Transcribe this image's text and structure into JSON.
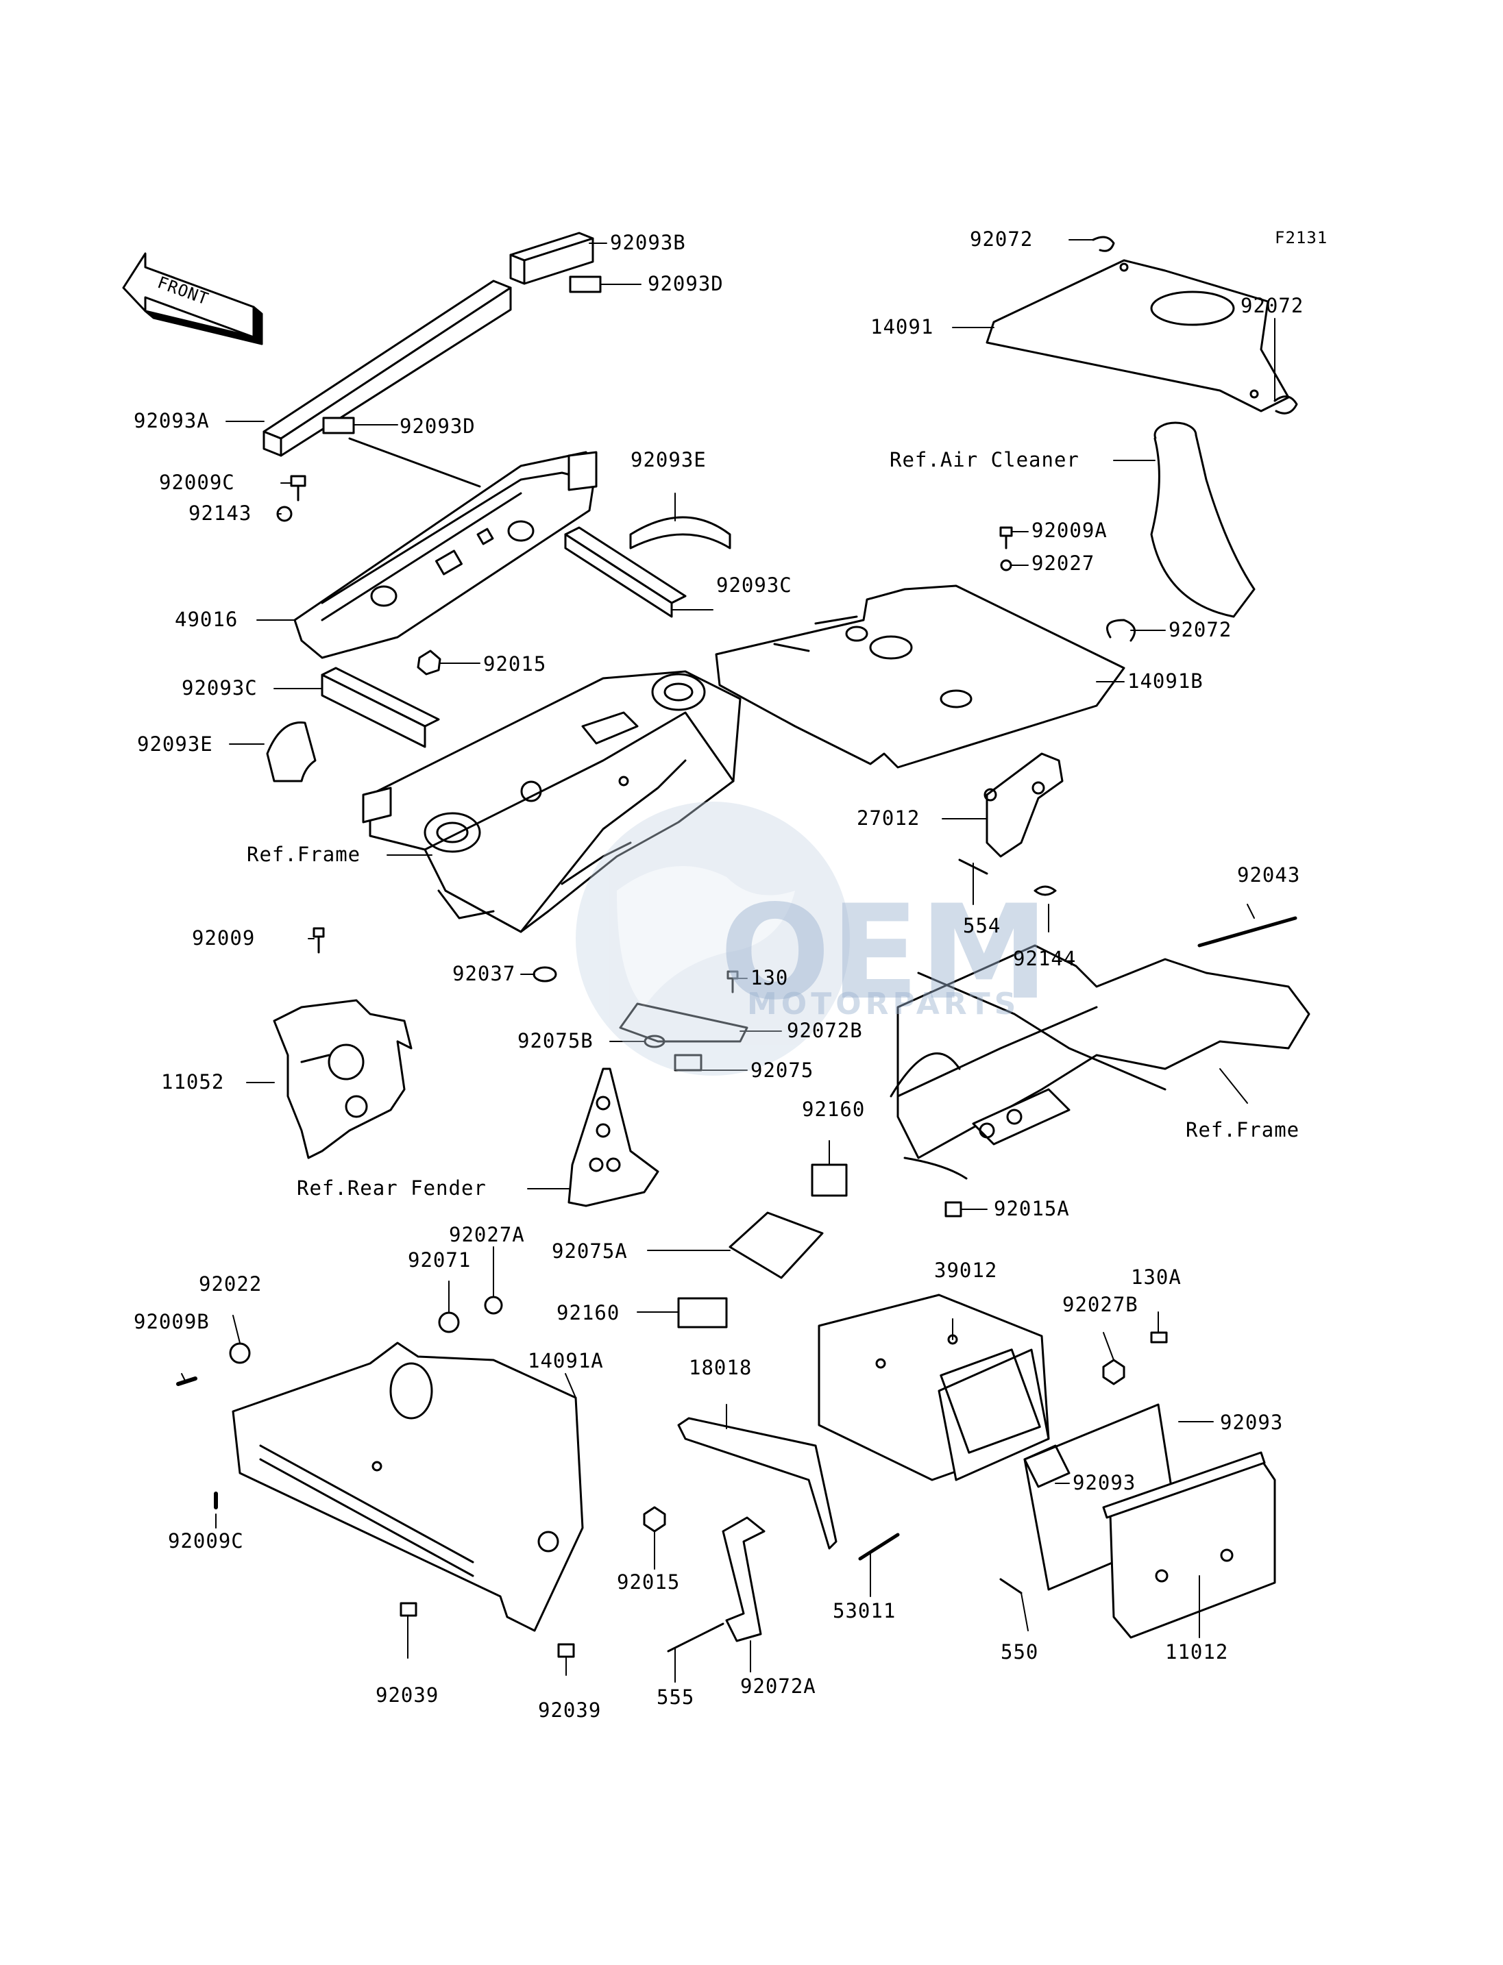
{
  "figure_code": "F2131",
  "front_arrow_text": "FRONT",
  "watermark": {
    "brand": "OEM",
    "sub": "MOTORPARTS"
  },
  "labels": {
    "l92093B": "92093B",
    "l92093D_top": "92093D",
    "l92093A": "92093A",
    "l92093D_mid": "92093D",
    "l92009C_top": "92009C",
    "l92143": "92143",
    "l92093E_top": "92093E",
    "l92093C_right": "92093C",
    "l49016": "49016",
    "l92015_top": "92015",
    "l92093C_left": "92093C",
    "l92093E_left": "92093E",
    "lRefFrame_left": "Ref.Frame",
    "l92072_a": "92072",
    "l14091": "14091",
    "l92072_b": "92072",
    "lRefAirCleaner": "Ref.Air Cleaner",
    "l92009A": "92009A",
    "l92027": "92027",
    "l92072_c": "92072",
    "l14091B": "14091B",
    "l27012": "27012",
    "l92043": "92043",
    "l554": "554",
    "l92144": "92144",
    "l92009": "92009",
    "l92037": "92037",
    "l130": "130",
    "l92072B": "92072B",
    "l92075B": "92075B",
    "l92075": "92075",
    "l11052": "11052",
    "l92160_top": "92160",
    "lRefFrame_right": "Ref.Frame",
    "lRefRearFender": "Ref.Rear Fender",
    "l92015A": "92015A",
    "l92027A": "92027A",
    "l92075A": "92075A",
    "l92022": "92022",
    "l92071": "92071",
    "l39012": "39012",
    "l130A": "130A",
    "l92027B": "92027B",
    "l92009B": "92009B",
    "l92160_mid": "92160",
    "l14091A": "14091A",
    "l18018": "18018",
    "l92093_a": "92093",
    "l92093_b": "92093",
    "l92009C_bottom": "92009C",
    "l92015_bottom": "92015",
    "l53011": "53011",
    "l550": "550",
    "l11012": "11012",
    "l92039_a": "92039",
    "l92039_b": "92039",
    "l555": "555",
    "l92072A": "92072A"
  }
}
